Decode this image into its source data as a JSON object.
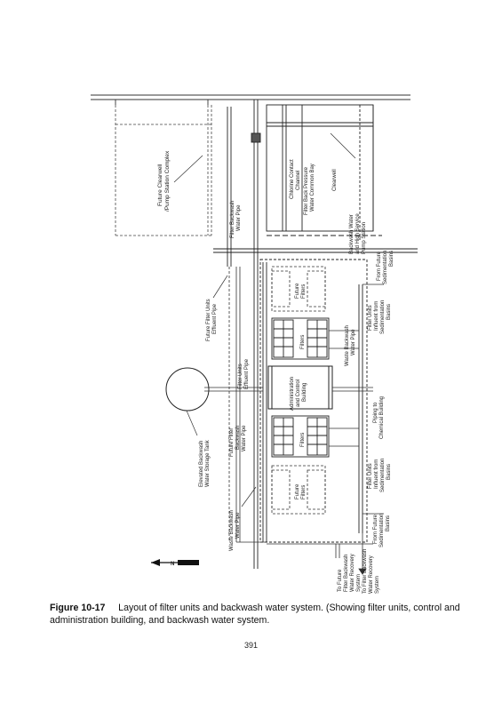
{
  "caption": {
    "figure_number": "Figure 10-17",
    "text": "Layout of filter units and backwash water system. (Showing filter units, control and administration building, and backwash water system."
  },
  "page_number": "391",
  "diagram": {
    "labels": {
      "future_clearwell": "Future Clearwell",
      "pump_station_complex": "/Pump Station Complex",
      "filter_backwash_water_pipe_1": "Filter Backwash",
      "filter_backwash_water_pipe_2": "Water Pipe",
      "chlorine_contact_channel_1": "Chlorine Contact",
      "chlorine_contact_channel_2": "Channel",
      "filter_back_pressure_1": "Filter Back Pressure",
      "filter_back_pressure_2": "Water Common Bay",
      "clearwell": "Clearwell",
      "backwash_station_1": "Backwash Water",
      "backwash_station_2": "and High Service",
      "backwash_station_3": "Pump Station",
      "from_future_sed_1": "From Future",
      "from_future_sed_2": "Sedimentation",
      "from_future_sed_3": "Basins",
      "future_filter_effluent_1": "Future Filter Units",
      "future_filter_effluent_2": "Effluent Pipe",
      "filter_units_influent_1": "Filter Units",
      "filter_units_influent_2": "Influent from",
      "filter_units_influent_3": "Sedimentation",
      "filter_units_influent_4": "Basins",
      "filter_units_effluent_1": "Filter Units",
      "filter_units_effluent_2": "Effluent Pipe",
      "future_filters": "Future",
      "filters_word": "Filters",
      "admin_1": "Administration",
      "admin_2": "and Control",
      "admin_3": "Building",
      "waste_backwash_1": "Waste Backwash",
      "waste_backwash_2": "Water Pipe",
      "elevated_tank_1": "Elevated Backwash",
      "elevated_tank_2": "Water Storage Tank",
      "future_filter_backwash_1": "Future Filter",
      "future_filter_backwash_2": "Backwash",
      "future_filter_backwash_3": "Water Pipe",
      "piping_chemical_1": "Piping to",
      "piping_chemical_2": "Chemical Building",
      "to_future_recovery_1": "To Future",
      "to_future_recovery_2": "Filter Backwash",
      "to_future_recovery_3": "Water Recovery",
      "to_future_recovery_4": "System",
      "to_recovery_1": "To Filter Backwash",
      "to_recovery_2": "Water Recovery",
      "to_recovery_3": "System",
      "north_symbol": "N"
    }
  }
}
